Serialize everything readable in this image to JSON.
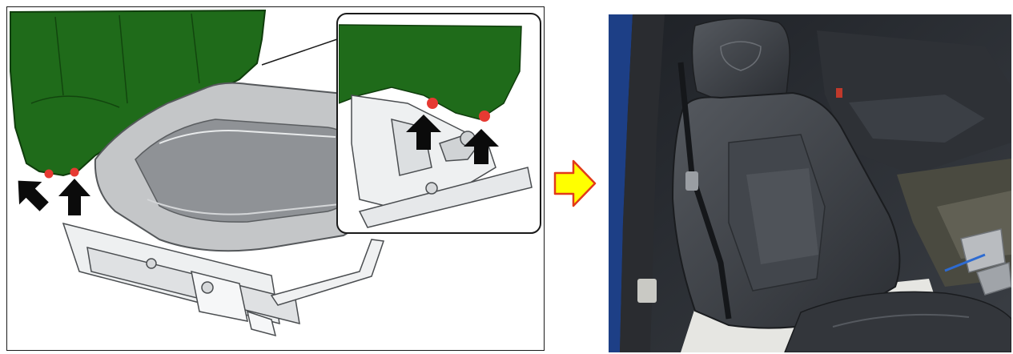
{
  "figure": {
    "left_panel": "seat-removal-diagram",
    "middle_marker": "transition-arrow",
    "right_panel": "installed-seat-photo"
  },
  "colors": {
    "highlight_green": "#1f6b1a",
    "bolt_red": "#e63a32",
    "indicator_arrow_black": "#0b0b0b",
    "transition_arrow_fill": "#ffff00",
    "transition_arrow_stroke": "#e23a1a",
    "seat_gray": "#c4c6c8",
    "photo_leather": "#3c3f44",
    "door_blue": "#1d3f86"
  },
  "icons": {
    "indicator": "arrow-up-icon",
    "transition": "arrow-right-icon",
    "fastener": "bolt-icon"
  },
  "callouts": {
    "main_view_arrows": 2,
    "detail_view_arrows": 2
  }
}
